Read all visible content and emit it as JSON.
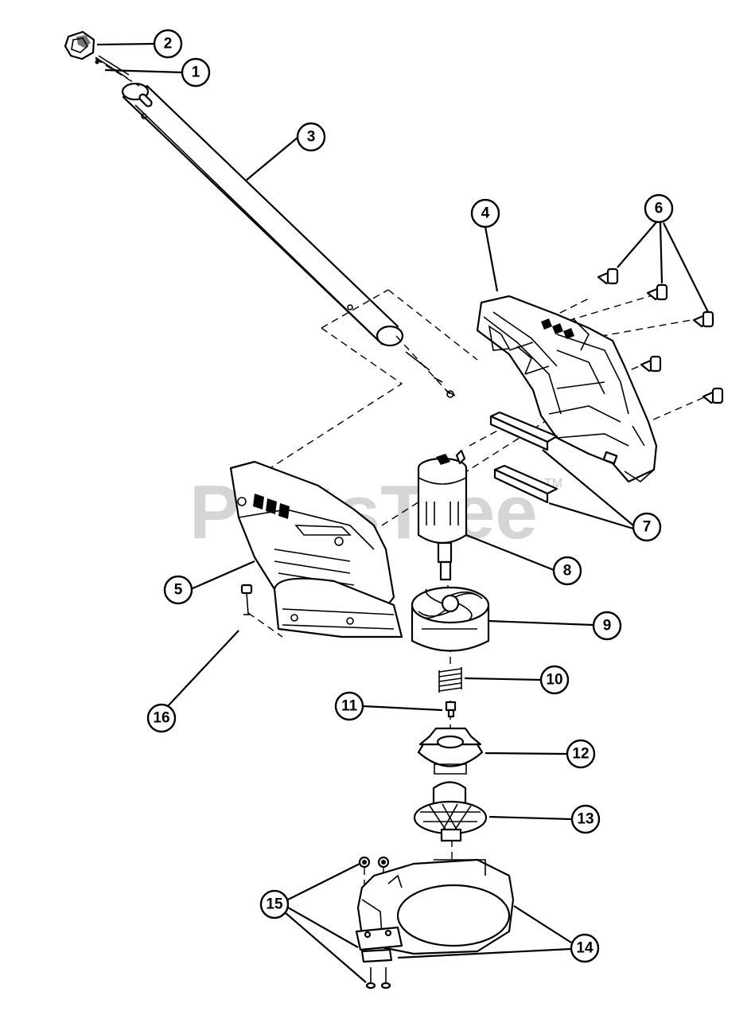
{
  "watermark": {
    "text": "PartsTree",
    "trademark": "TM"
  },
  "callouts": [
    {
      "id": "1",
      "label": "1"
    },
    {
      "id": "2",
      "label": "2"
    },
    {
      "id": "3",
      "label": "3"
    },
    {
      "id": "4",
      "label": "4"
    },
    {
      "id": "5",
      "label": "5"
    },
    {
      "id": "6",
      "label": "6"
    },
    {
      "id": "7",
      "label": "7"
    },
    {
      "id": "8",
      "label": "8"
    },
    {
      "id": "9",
      "label": "9"
    },
    {
      "id": "10",
      "label": "10"
    },
    {
      "id": "11",
      "label": "11"
    },
    {
      "id": "12",
      "label": "12"
    },
    {
      "id": "13",
      "label": "13"
    },
    {
      "id": "14",
      "label": "14"
    },
    {
      "id": "15",
      "label": "15"
    },
    {
      "id": "16",
      "label": "16"
    }
  ]
}
